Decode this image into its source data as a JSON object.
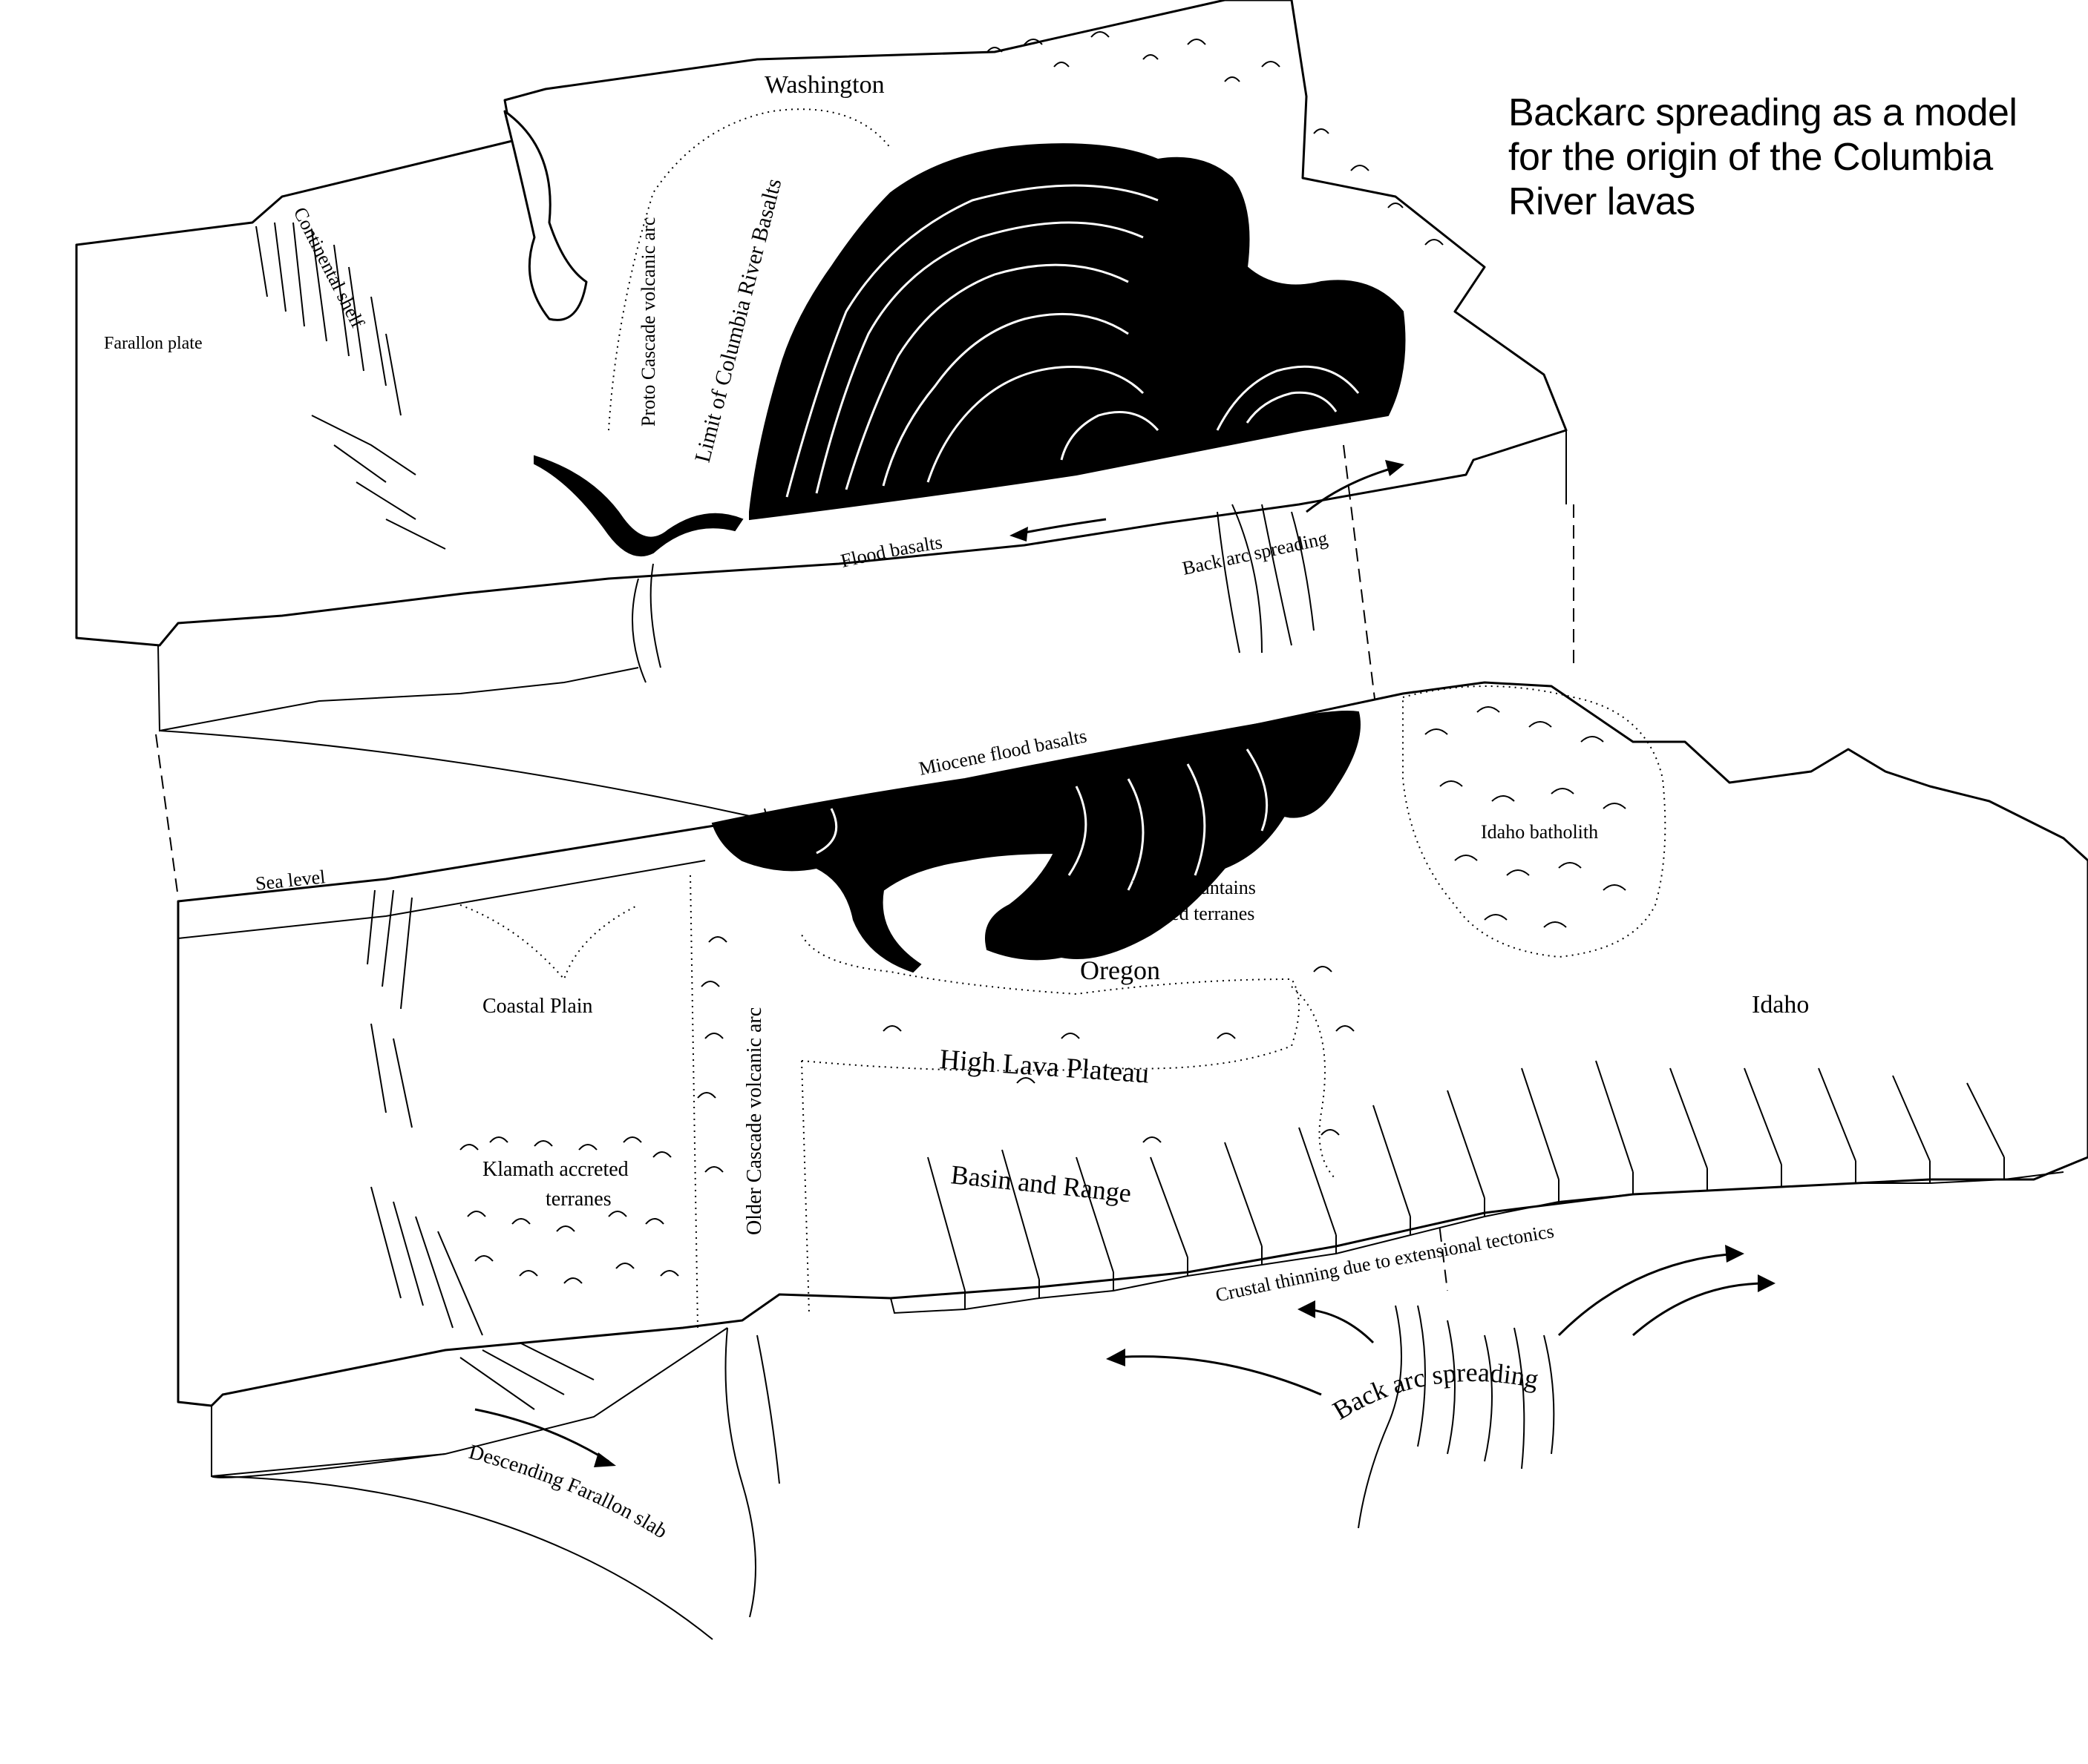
{
  "title": {
    "line1": "Backarc spreading as a model",
    "line2": "for the origin of the Columbia",
    "line3": "River lavas"
  },
  "upper_block": {
    "washington": "Washington",
    "farallon_plate": "Farallon plate",
    "continental_shelf": "Continental shelf",
    "proto_cascade": "Proto Cascade volcanic arc",
    "limit_basalts": "Limit of Columbia River Basalts",
    "flood_basalts": "Flood basalts",
    "back_arc": "Back arc spreading"
  },
  "lower_block": {
    "miocene": "Miocene flood basalts",
    "sea_level": "Sea level",
    "idaho_batholith": "Idaho batholith",
    "blue_mountains_1": "Blue Mountains",
    "blue_mountains_2": "accreted terranes",
    "oregon": "Oregon",
    "idaho": "Idaho",
    "coastal_plain": "Coastal Plain",
    "older_cascade": "Older Cascade volcanic arc",
    "high_lava": "High Lava Plateau",
    "klamath_1": "Klamath accreted",
    "klamath_2": "terranes",
    "basin_range": "Basin and Range",
    "crustal_thinning": "Crustal thinning due to extensional tectonics",
    "back_arc": "Back arc spreading",
    "descending": "Descending Farallon slab"
  }
}
